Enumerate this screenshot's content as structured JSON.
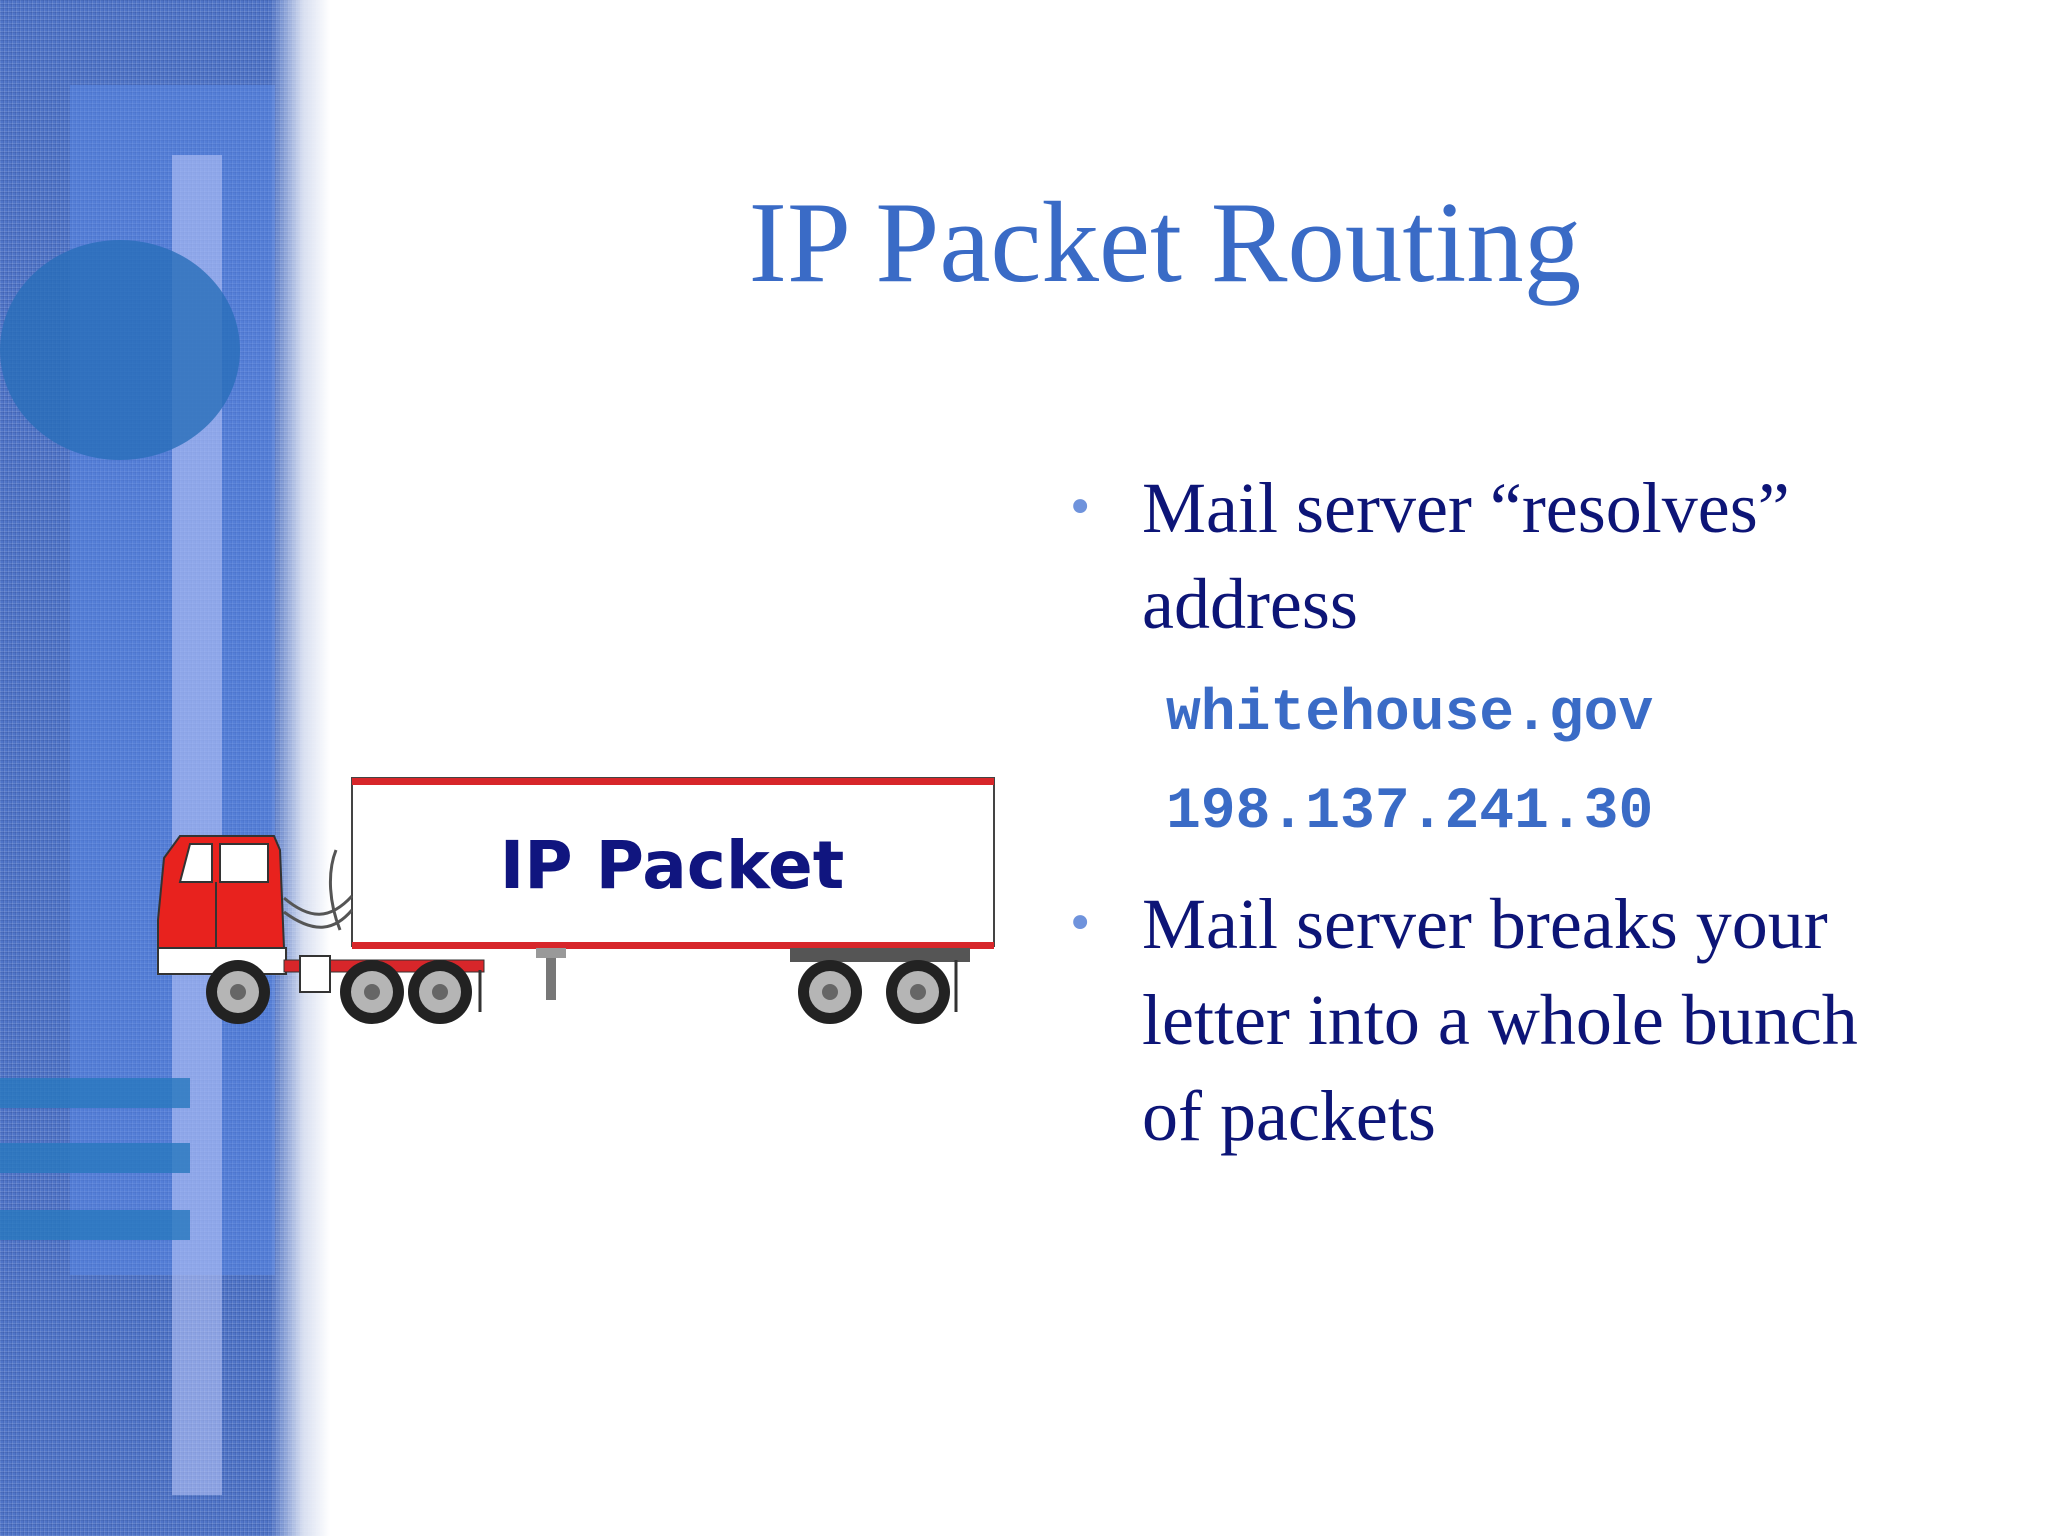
{
  "slide": {
    "title": "IP Packet Routing",
    "bullets": [
      {
        "text_line1": "Mail server “resolves”",
        "text_line2": "address"
      },
      {
        "text_line1": "Mail server breaks your",
        "text_line2": "letter into a whole bunch",
        "text_line3": "of packets"
      }
    ],
    "code_lines": [
      "whitehouse.gov",
      "198.137.241.30"
    ],
    "bullet_glyph": "•"
  },
  "truck": {
    "trailer_label": "IP Packet",
    "cab_color": "#e8221e",
    "trailer_stripe_color": "#d7262a"
  },
  "colors": {
    "title": "#3a6bc6",
    "body_text": "#0d1577",
    "code_text": "#3a6bc6",
    "bullet": "#6f93dc",
    "side_band": "#4f74c7"
  }
}
